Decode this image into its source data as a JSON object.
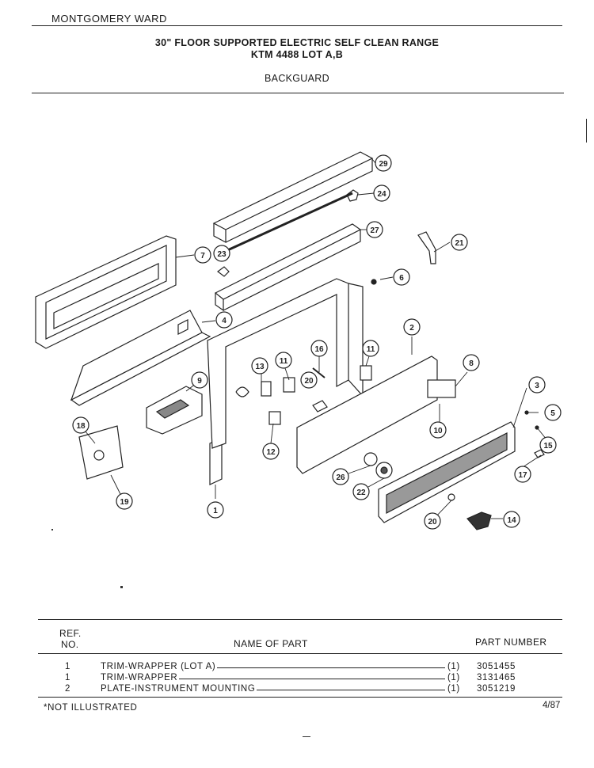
{
  "header": {
    "brand": "MONTGOMERY WARD",
    "title_line1": "30\" FLOOR SUPPORTED ELECTRIC SELF CLEAN RANGE",
    "title_line2": "KTM 4488 LOT A,B",
    "section": "BACKGUARD"
  },
  "diagram": {
    "callouts": [
      "29",
      "24",
      "27",
      "21",
      "7",
      "23",
      "6",
      "4",
      "2",
      "16",
      "11",
      "11",
      "13",
      "20",
      "8",
      "9",
      "3",
      "10",
      "5",
      "18",
      "12",
      "15",
      "26",
      "22",
      "17",
      "20",
      "14",
      "19",
      "1"
    ]
  },
  "parts_table": {
    "col_ref_line1": "REF.",
    "col_ref_line2": "NO.",
    "col_name": "NAME OF PART",
    "col_part_number": "PART NUMBER",
    "rows": [
      {
        "ref": "1",
        "name": "TRIM-WRAPPER (LOT A)",
        "qty": "(1)",
        "part_number": "3051455"
      },
      {
        "ref": "1",
        "name": "TRIM-WRAPPER",
        "qty": "(1)",
        "part_number": "3131465"
      },
      {
        "ref": "2",
        "name": "PLATE-INSTRUMENT MOUNTING",
        "qty": "(1)",
        "part_number": "3051219"
      }
    ]
  },
  "footer": {
    "note": "*NOT ILLUSTRATED",
    "date": "4/87"
  }
}
